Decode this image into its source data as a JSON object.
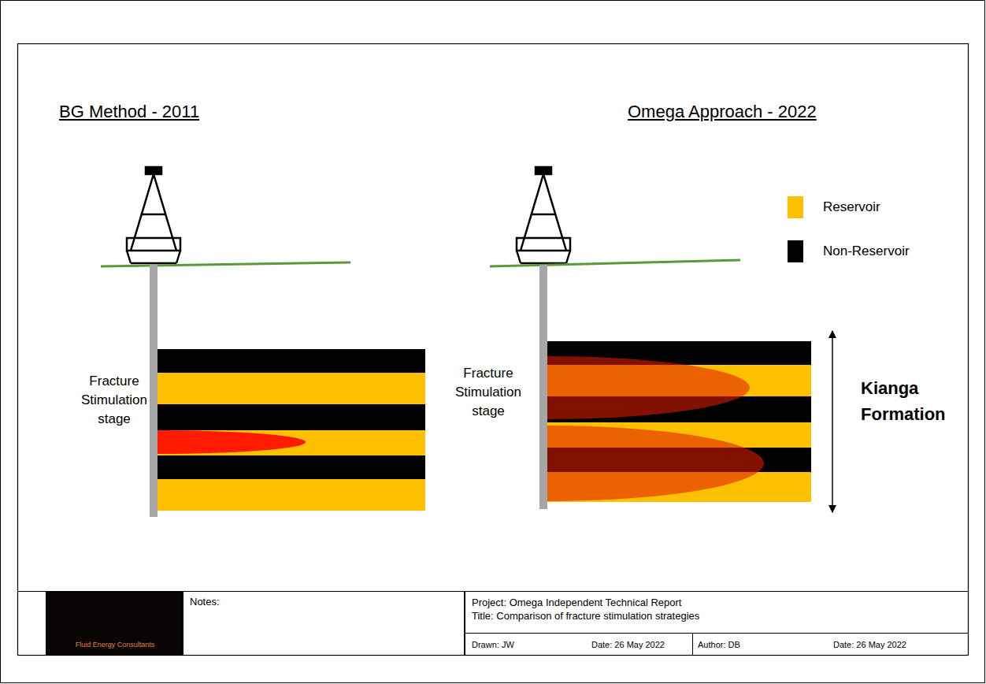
{
  "diagram": {
    "nodes": [
      {
        "text": [
          "Fluid Energy Consultants"
        ]
      },
      {
        "text": [
          "Notes:"
        ]
      },
      {
        "text": [
          "Project: Omega Independent Technical Report",
          "Title: Comparison of fracture stimulation strategies"
        ]
      },
      {
        "text": [
          "Drawn: JW",
          "Date: 26 May 2022"
        ]
      },
      {
        "text": [
          "Author: DB",
          "Date: 26 May 2022"
        ]
      }
    ],
    "labels": [
      "BG Method - 2011",
      "Omega Approach - 2022",
      "Fracture Stimulation stage",
      "Fracture Stimulation stage",
      "Kianga Formation"
    ],
    "legend": [
      {
        "text": "Reservoir",
        "color": "#FFC000"
      },
      {
        "text": "Non-Reservoir",
        "color": "#000000"
      }
    ]
  }
}
